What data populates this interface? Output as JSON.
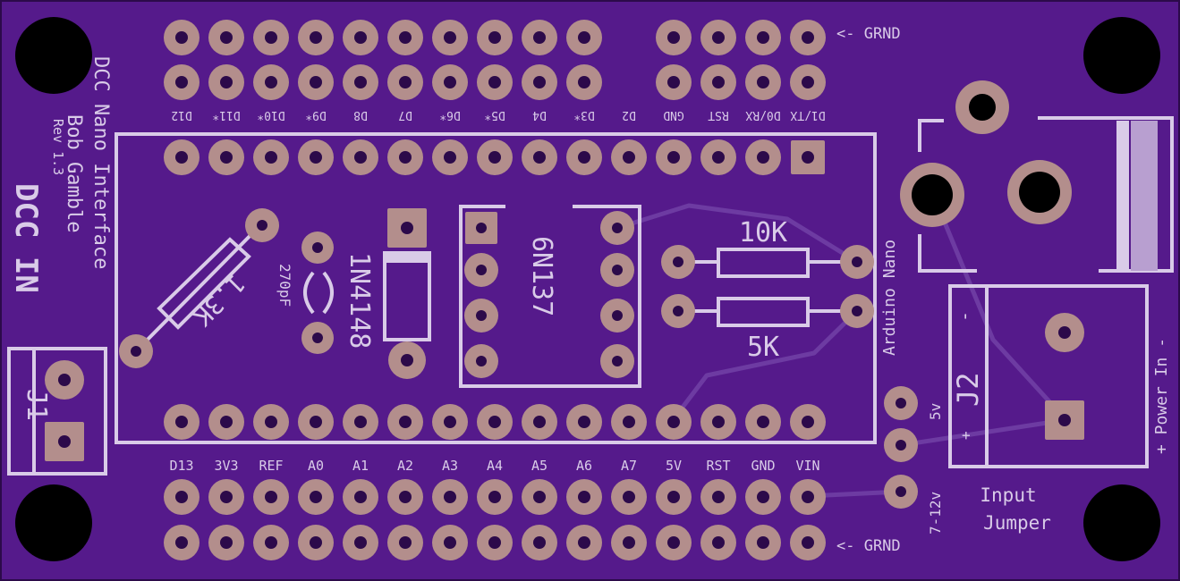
{
  "colors": {
    "board": "#551a8b",
    "pad": "#b38e8c",
    "hole": "#2c0a4a",
    "silk": "#d9cbe8",
    "trace": "#6d3ba2"
  },
  "title_block": {
    "line1": "DCC Nano Interface",
    "line2": "Bob Gamble",
    "line3": "Rev 1.3",
    "dcc_in": "DCC IN"
  },
  "labels": {
    "grnd_top": "<- GRND",
    "grnd_bottom": "<- GRND",
    "arduino": "Arduino Nano",
    "r1": "1.3K",
    "c1": "270pF",
    "d1": "1N4148",
    "u1": "6N137",
    "r2": "10K",
    "r3": "5K",
    "j1": "J1",
    "j2": "J2",
    "plus": "+",
    "minus": "-",
    "power_in": "+ Power In -",
    "v5": "5v",
    "v712": "7-12v",
    "input": "Input",
    "jumper": "Jumper"
  },
  "top_pins": [
    "D12",
    "D11*",
    "D10*",
    "D9*",
    "D8",
    "D7",
    "D6*",
    "D5*",
    "D4",
    "D3*",
    "D2",
    "GND",
    "RST",
    "D0/RX",
    "D1/TX"
  ],
  "bottom_pins": [
    "D13",
    "3V3",
    "REF",
    "A0",
    "A1",
    "A2",
    "A3",
    "A4",
    "A5",
    "A6",
    "A7",
    "5V",
    "RST",
    "GND",
    "VIN"
  ]
}
